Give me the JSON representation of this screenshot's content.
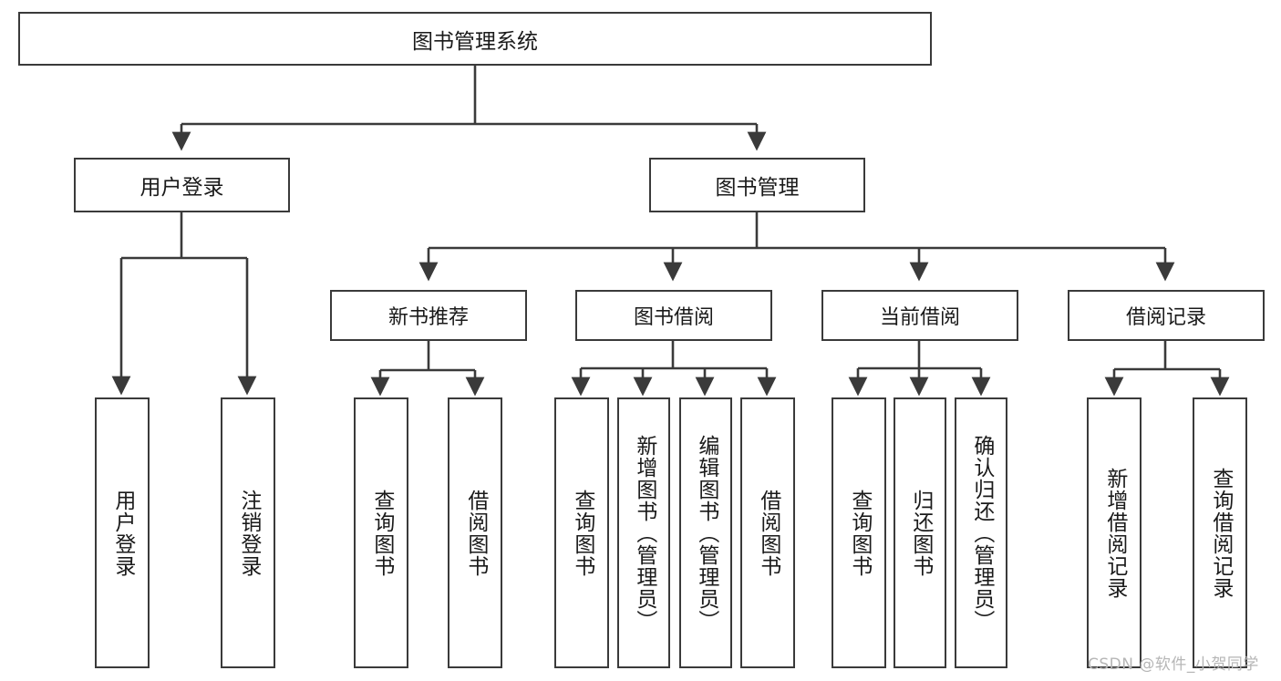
{
  "diagram": {
    "type": "tree",
    "title": "图书管理系统",
    "root": {
      "label": "图书管理系统"
    },
    "level1": [
      {
        "label": "用户登录"
      },
      {
        "label": "图书管理"
      }
    ],
    "level2": [
      {
        "label": "新书推荐"
      },
      {
        "label": "图书借阅"
      },
      {
        "label": "当前借阅"
      },
      {
        "label": "借阅记录"
      }
    ],
    "leaves": {
      "user_login": [
        {
          "label": "用户登录"
        },
        {
          "label": "注销登录"
        }
      ],
      "new_book_recommend": [
        {
          "label": "查询图书"
        },
        {
          "label": "借阅图书"
        }
      ],
      "book_borrow": [
        {
          "label": "查询图书"
        },
        {
          "label": "新增图书（管理员）"
        },
        {
          "label": "编辑图书（管理员）"
        },
        {
          "label": "借阅图书"
        }
      ],
      "current_borrow": [
        {
          "label": "查询图书"
        },
        {
          "label": "归还图书"
        },
        {
          "label": "确认归还（管理员）"
        }
      ],
      "borrow_record": [
        {
          "label": "新增借阅记录"
        },
        {
          "label": "查询借阅记录"
        }
      ]
    }
  },
  "watermark": {
    "text": "CSDN @软件_小贺同学"
  },
  "colors": {
    "stroke": "#3a3a3a",
    "fill": "#ffffff",
    "text": "#1a1a1a",
    "watermark": "#b6b6b6"
  }
}
